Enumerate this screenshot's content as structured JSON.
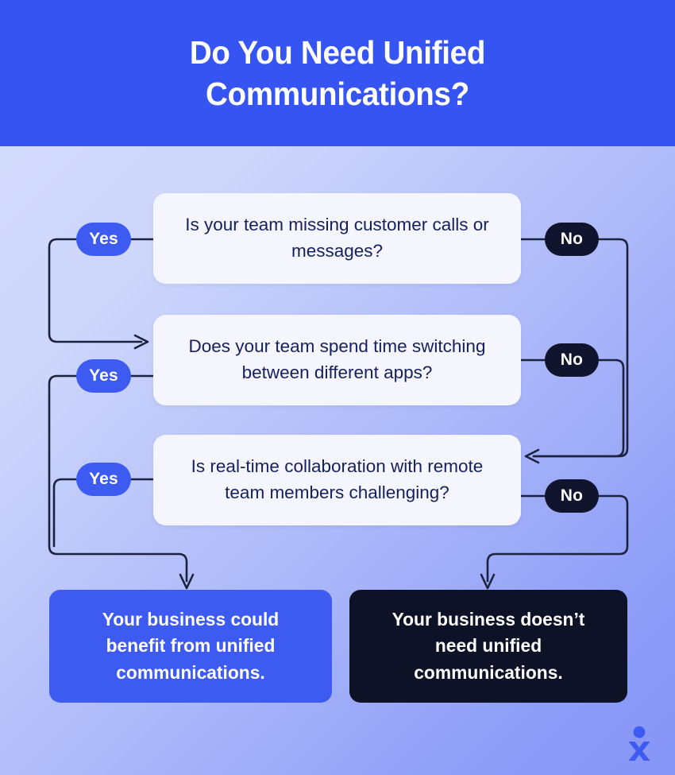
{
  "header": {
    "title": "Do You Need Unified Communications?"
  },
  "questions": [
    {
      "id": "q1",
      "text": "Is your team missing customer calls or messages?",
      "yes_label": "Yes",
      "no_label": "No"
    },
    {
      "id": "q2",
      "text": "Does your team spend time switching between different apps?",
      "yes_label": "Yes",
      "no_label": "No"
    },
    {
      "id": "q3",
      "text": "Is real-time collaboration with remote team members challenging?",
      "yes_label": "Yes",
      "no_label": "No"
    }
  ],
  "results": [
    {
      "id": "result-positive",
      "text": "Your business could benefit from unified communications."
    },
    {
      "id": "result-negative",
      "text": "Your business doesn’t need unified communications."
    }
  ],
  "logo": {
    "name": "nextiva-person-logo"
  },
  "colors": {
    "header_blue": "#3554f1",
    "pill_yes": "#3d5af1",
    "pill_no": "#10142c",
    "card_bg": "#f4f5fd",
    "card_text": "#16205c",
    "result_yes_bg": "#3d5af1",
    "result_no_bg": "#0d1227",
    "connector": "#1b2240",
    "logo": "#3d5af1",
    "bg_light": "#d6dcfc",
    "bg_deep": "#8695f6"
  }
}
